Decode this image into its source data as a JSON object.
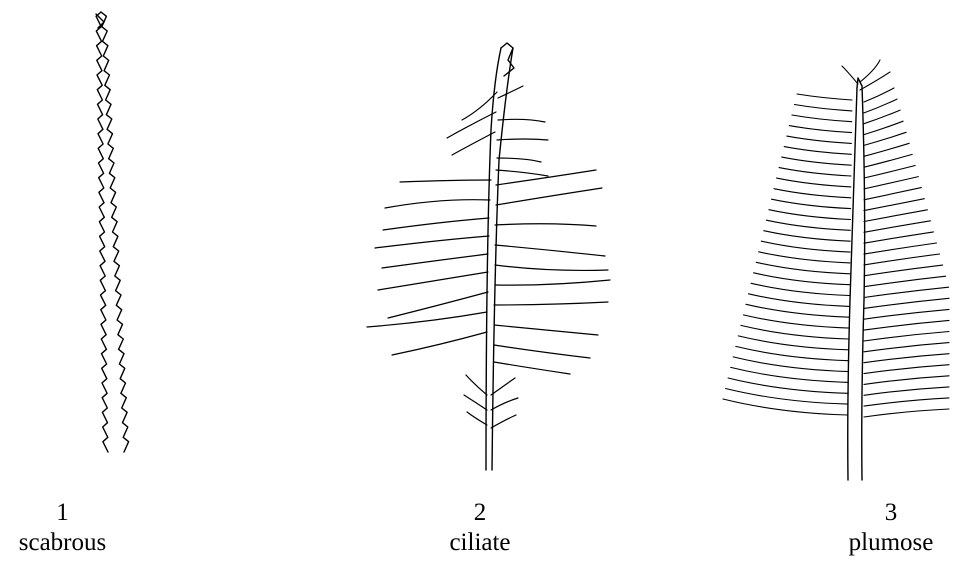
{
  "items": [
    {
      "number": "1",
      "label": "scabrous"
    },
    {
      "number": "2",
      "label": "ciliate"
    },
    {
      "number": "3",
      "label": "plumose"
    }
  ],
  "colors": {
    "ink": "#000000",
    "background": "#ffffff"
  }
}
